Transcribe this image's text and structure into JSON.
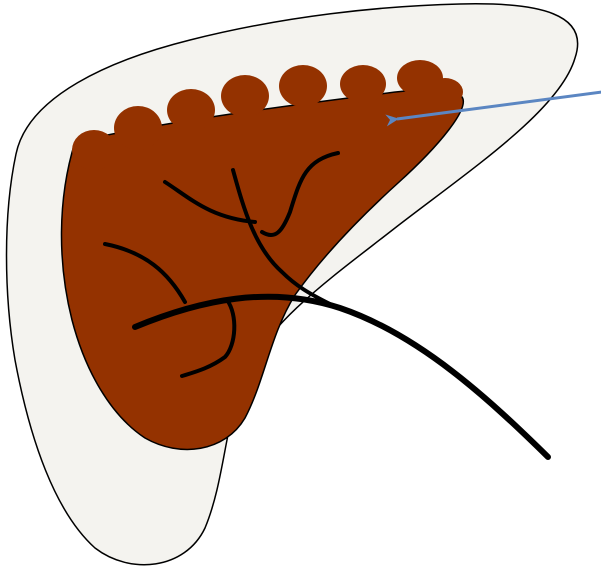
{
  "diagram": {
    "background": "#ffffff",
    "colors": {
      "outer_fill": "#f4f3ef",
      "outer_stroke": "#000000",
      "inner_fill": "#943200",
      "inner_stroke": "#000000",
      "lines": "#000000",
      "arrow": "#5b86c2"
    },
    "elements": {
      "outer_shape": "pale-outer-region",
      "inner_shape": "dark-brown-region",
      "bumps": "bumpy-upper-edge",
      "trunk": "main-curved-line",
      "branches": "branching-lines",
      "arrow": "pointer-arrow"
    }
  }
}
